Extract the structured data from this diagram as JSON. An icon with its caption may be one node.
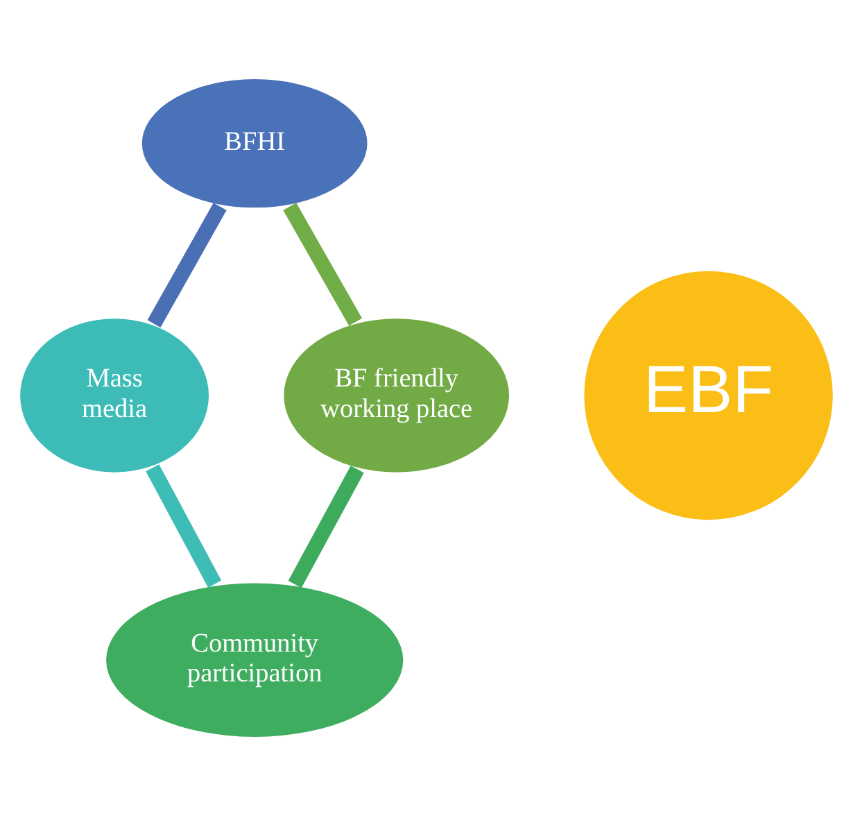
{
  "diagram": {
    "nodes": [
      {
        "text": [
          "BFHI"
        ]
      },
      {
        "text": [
          "BF friendly working place"
        ]
      },
      {
        "text": [
          "EBF"
        ]
      },
      {
        "text": [
          "Mass media"
        ]
      },
      {
        "text": [
          "Community participation"
        ]
      }
    ],
    "edges": [
      {
        "from": 0,
        "to": 3,
        "arrow": "none",
        "color": "#4a6fb5"
      },
      {
        "from": 3,
        "to": 4,
        "arrow": "none",
        "color": "#3dbdb5"
      },
      {
        "from": 4,
        "to": 1,
        "arrow": "none",
        "color": "#3daa5c"
      },
      {
        "from": 1,
        "to": 0,
        "arrow": "none",
        "color": "#70ad47"
      }
    ]
  }
}
